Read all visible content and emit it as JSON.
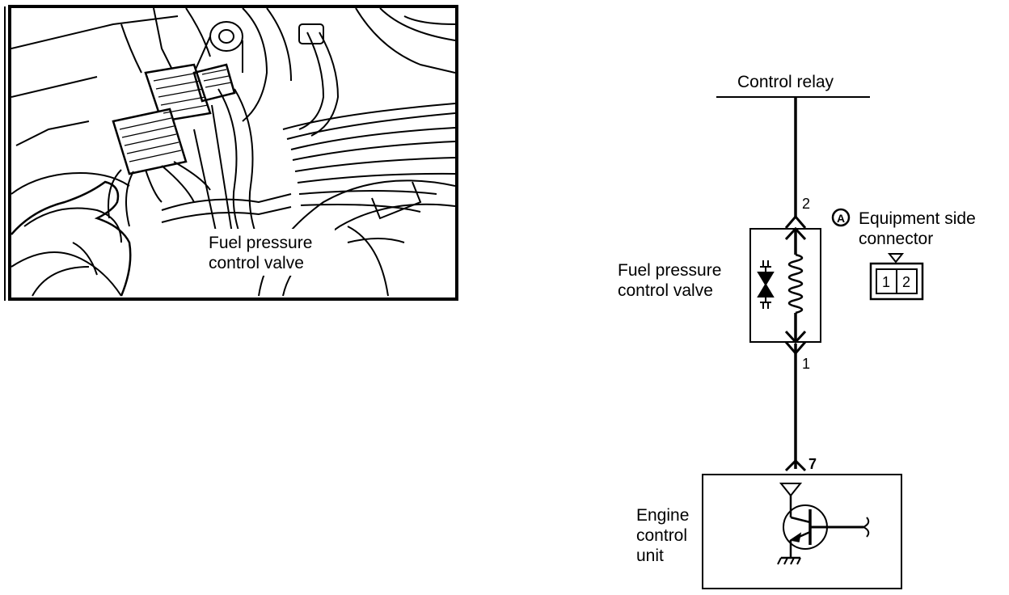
{
  "illustration": {
    "callout": [
      "Fuel pressure",
      "control valve"
    ]
  },
  "schematic": {
    "control_relay_label": "Control relay",
    "component_label": [
      "Fuel pressure",
      "control valve"
    ],
    "pin_top": "2",
    "pin_bottom": "1",
    "ecu_pin": "7",
    "ecu_label": [
      "Engine",
      "control",
      "unit"
    ],
    "connector_marker": "A",
    "connector_label": [
      "Equipment side",
      "connector"
    ],
    "connector_pins": [
      "1",
      "2"
    ]
  }
}
